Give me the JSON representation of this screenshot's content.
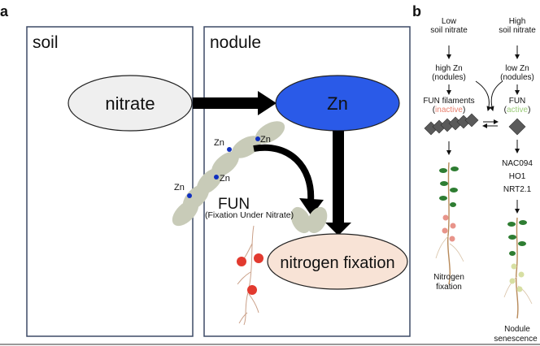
{
  "panel_a": {
    "label": "a",
    "soil_box_label": "soil",
    "nodule_box_label": "nodule",
    "nitrate_label": "nitrate",
    "zn_label": "Zn",
    "zn_marker_labels": [
      "Zn",
      "Zn",
      "Zn",
      "Zn"
    ],
    "fun_label": "FUN",
    "fun_sublabel": "(Fixation Under Nitrate)",
    "nitrogen_fixation_label": "nitrogen fixation",
    "colors": {
      "nitrate_fill": "#efefef",
      "zn_fill": "#2a5ae8",
      "fun_fill": "#c8cbb8",
      "nodule_red": "#e23a2f",
      "nitrogen_fixation_fill": "#f8e3d6"
    }
  },
  "panel_b": {
    "label": "b",
    "left_column": {
      "header": [
        "Low",
        "soil nitrate"
      ],
      "zn_state": [
        "high Zn",
        "(nodules)"
      ],
      "fun_state_prefix": "FUN filaments",
      "fun_state_paren": "inactive",
      "outcome": [
        "Nitrogen",
        "fixation"
      ]
    },
    "right_column": {
      "header": [
        "High",
        "soil nitrate"
      ],
      "zn_state": [
        "low Zn",
        "(nodules)"
      ],
      "fun_state_prefix": "FUN",
      "fun_state_paren": "active",
      "genes": [
        "NAC094",
        "HO1",
        "NRT2.1"
      ],
      "outcome": [
        "Nodule",
        "senescence"
      ]
    },
    "colors": {
      "inactive_text": "#e8806f",
      "active_text": "#9ccc7a",
      "red_nodule": "#e8948a",
      "pale_nodule": "#d7dfa3",
      "leaf_green": "#2e7d32"
    }
  }
}
